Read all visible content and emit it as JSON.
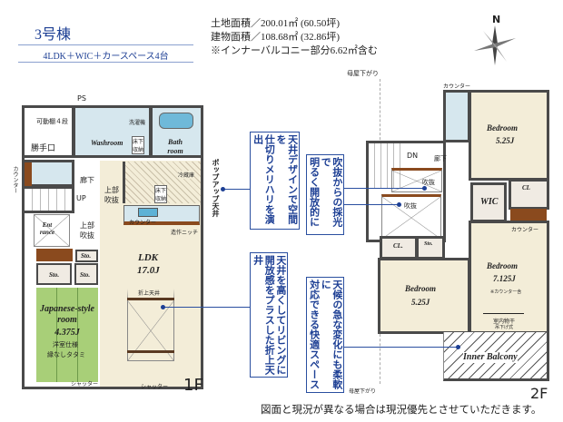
{
  "header": {
    "building": "3号棟",
    "layout": "4LDK＋WIC＋カースペース4台",
    "land_area": "土地面積／200.01㎡ (60.50坪)",
    "building_area": "建物面積／108.68㎡ (32.86坪)",
    "note": "※インナーバルコニー部分6.62㎡含む",
    "compass": "N"
  },
  "floor1": {
    "label": "1F",
    "ps": "PS",
    "shelf": "可動棚４段",
    "back_door": "勝手口",
    "washroom": "Washroom",
    "laundry": "洗濯機",
    "underfloor1": "床下収納",
    "bath": "Bath room",
    "counter": "カウンター",
    "hall": "廊下",
    "up": "UP",
    "void1": "上部吹抜",
    "entrance": "Ent rance",
    "void2": "上部吹抜",
    "fridge": "冷蔵庫",
    "underfloor2": "床下収納",
    "kitchen_counter": "カウンター",
    "niche": "造作ニッチ",
    "sto1": "Sto.",
    "sto2": "Sto.",
    "sto3": "Sto.",
    "japanese_name": "Japanese-style room",
    "japanese_size": "4.375J",
    "japanese_note1": "洋室仕様",
    "japanese_note2": "縁なしタタミ",
    "ldk_name": "LDK",
    "ldk_size": "17.0J",
    "coffered": "折上天井",
    "shutter1": "シャッター",
    "shutter2": "シャッター",
    "popup": "ポップアップ天井"
  },
  "floor2": {
    "label": "2F",
    "eave1": "母屋下がり",
    "eave2": "母屋下がり",
    "counter_top": "カウンター",
    "bed1_name": "Bedroom",
    "bed1_size": "5.25J",
    "dn": "DN",
    "hall": "廊下",
    "void_a": "吹抜",
    "void_b": "吹抜",
    "cl1": "CL",
    "wic": "WIC",
    "counter_mid": "カウンター",
    "cl2": "CL.",
    "sto": "Sto.",
    "bed2_name": "Bedroom",
    "bed2_size": "7.125J",
    "bed2_note": "※カウンター含",
    "bed3_name": "Bedroom",
    "bed3_size": "5.25J",
    "drying": "室内物干",
    "drying_note": "吊下げ式",
    "balcony": "Inner Balcony"
  },
  "callouts": {
    "c1": [
      "天井デザインで空間を",
      "仕切りメリハリを演出"
    ],
    "c2": [
      "天井を高くしてリビングに",
      "開放感をプラスした折上天井"
    ],
    "c3": [
      "吹抜からの採光で",
      "明るく開放的に"
    ],
    "c4": [
      "天候の急な変化にも柔軟に",
      "対応できる快適スペース"
    ]
  },
  "footer": {
    "disclaimer": "図面と現況が異なる場合は現況優先とさせていただきます。"
  },
  "colors": {
    "accent": "#1d3f94",
    "wall": "#4a4a4a",
    "floor": "#f3edd8",
    "tatami": "#a8cf78",
    "wet": "#d6e7ee"
  }
}
